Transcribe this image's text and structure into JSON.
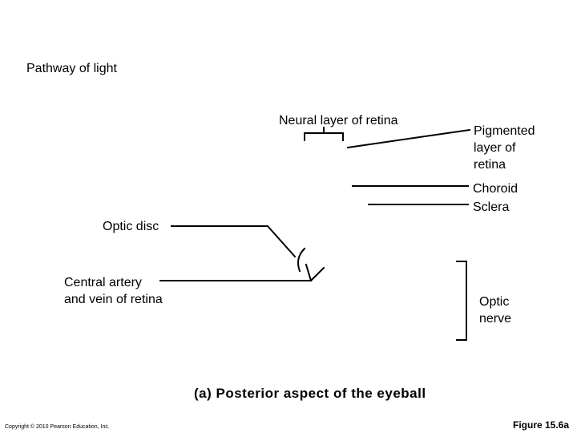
{
  "labels": {
    "pathway": "Pathway of light",
    "neural": "Neural layer of retina",
    "pigmented": "Pigmented\nlayer of\nretina",
    "choroid": "Choroid",
    "sclera": "Sclera",
    "optic_disc": "Optic disc",
    "central": "Central artery\nand vein of retina",
    "optic_nerve": "Optic\nnerve"
  },
  "caption": "(a) Posterior aspect of the eyeball",
  "copyright": "Copyright © 2010 Pearson Education, Inc.",
  "figure": "Figure 15.6a"
}
